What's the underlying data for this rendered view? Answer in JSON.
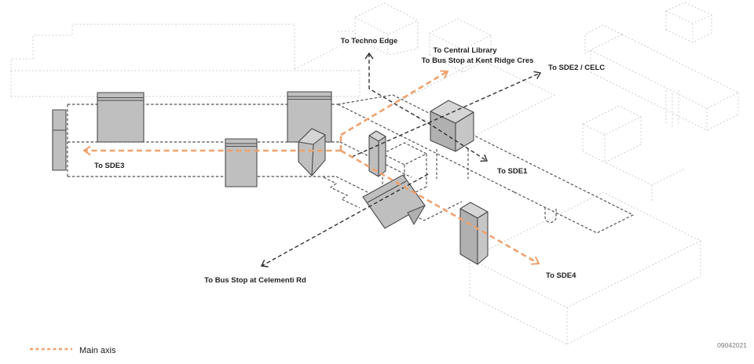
{
  "labels": {
    "techno_edge": "To Techno Edge",
    "central_library": "To Central Library",
    "kent_ridge_bus": "To Bus Stop at Kent Ridge Cres",
    "sde2_celc": "To SDE2 / CELC",
    "sde1": "To SDE1",
    "sde3": "To SDE3",
    "sde4": "To SDE4",
    "clementi_bus": "To Bus Stop at Celementi Rd"
  },
  "legend": {
    "main_axis": "Main axis"
  },
  "stamp": "09042021",
  "colors": {
    "main_axis": "#EFA26E",
    "route": "#2B2B2B",
    "building": "#4F4F4F",
    "context": "#C9C9C9",
    "volume": "#BFBFBF"
  }
}
